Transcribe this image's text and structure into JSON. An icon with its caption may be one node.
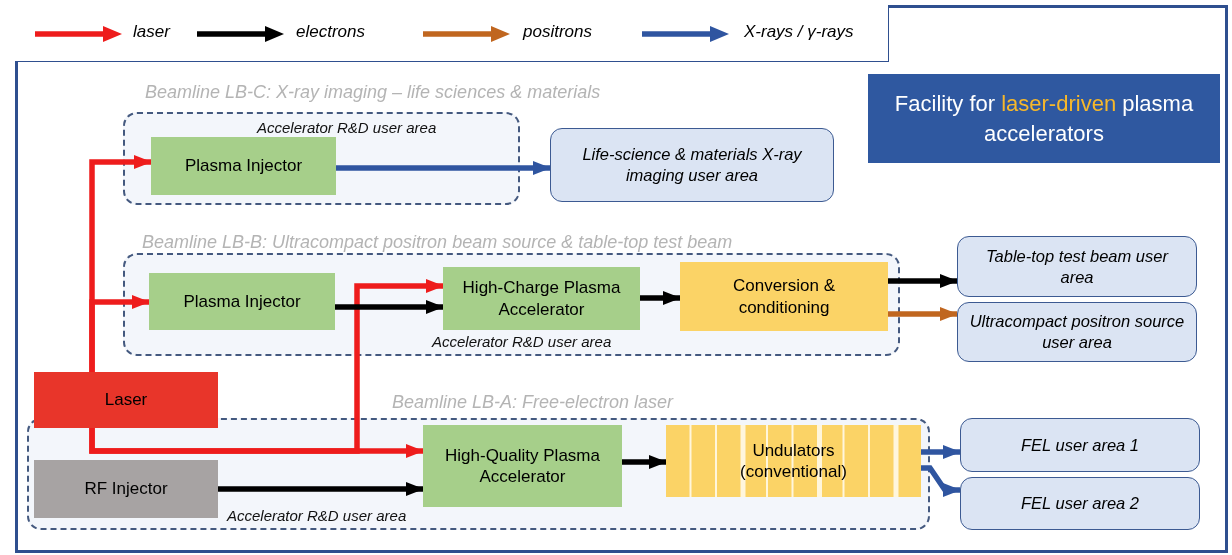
{
  "diagram": {
    "title": "Facility for **laser-driven** plasma accelerators",
    "nodes": [
      {
        "text": [
          "Beamline LB-C: X-ray imaging – life sciences & materials",
          "Accelerator R&D user area"
        ]
      },
      {
        "text": [
          "Plasma Injector"
        ],
        "in": 0
      },
      {
        "text": [
          "Life-science & materials X-ray imaging user area"
        ]
      },
      {
        "text": [
          "Beamline LB-B: Ultracompact positron beam source & table-top test beam",
          "Accelerator R&D user area"
        ]
      },
      {
        "text": [
          "Plasma Injector"
        ],
        "in": 3
      },
      {
        "text": [
          "High-Charge Plasma Accelerator"
        ],
        "in": 3
      },
      {
        "text": [
          "Conversion & conditioning"
        ],
        "in": 3
      },
      {
        "text": [
          "Table-top test beam user area"
        ]
      },
      {
        "text": [
          "Ultracompact positron source user area"
        ]
      },
      {
        "text": [
          "Laser"
        ]
      },
      {
        "text": [
          "Beamline LB-A: Free-electron laser",
          "Accelerator R&D user area"
        ]
      },
      {
        "text": [
          "RF Injector"
        ],
        "in": 10
      },
      {
        "text": [
          "High-Quality Plasma Accelerator"
        ],
        "in": 10
      },
      {
        "text": [
          "Undulators (conventional)"
        ],
        "in": 10
      },
      {
        "text": [
          "FEL user area 1"
        ]
      },
      {
        "text": [
          "FEL user area 2"
        ]
      }
    ],
    "edges": [
      {
        "from": 9,
        "to": 1,
        "arrow": "to",
        "color": "#ee1c1c"
      },
      {
        "from": 9,
        "to": 4,
        "arrow": "to",
        "color": "#ee1c1c"
      },
      {
        "from": 9,
        "to": 12,
        "arrow": "to",
        "color": "#ee1c1c"
      },
      {
        "from": 9,
        "to": 5,
        "arrow": "to",
        "color": "#ee1c1c"
      },
      {
        "from": 1,
        "to": 2,
        "arrow": "to",
        "color": "#2f55a0"
      },
      {
        "from": 4,
        "to": 5,
        "arrow": "to"
      },
      {
        "from": 5,
        "to": 6,
        "arrow": "to"
      },
      {
        "from": 6,
        "to": 7,
        "arrow": "to"
      },
      {
        "from": 6,
        "to": 8,
        "arrow": "to",
        "color": "#c0661f"
      },
      {
        "from": 11,
        "to": 12,
        "arrow": "to"
      },
      {
        "from": 12,
        "to": 13,
        "arrow": "to"
      },
      {
        "from": 13,
        "to": 14,
        "arrow": "to",
        "color": "#2f55a0"
      },
      {
        "from": 13,
        "to": 15,
        "arrow": "to",
        "color": "#2f55a0"
      }
    ],
    "legend": [
      {
        "text": "laser",
        "color": "#ee1c1c"
      },
      {
        "text": "electrons",
        "color": "#000000"
      },
      {
        "text": "positrons",
        "color": "#c0661f"
      },
      {
        "text": "X-rays / γ-rays",
        "color": "#2f55a0"
      }
    ]
  }
}
